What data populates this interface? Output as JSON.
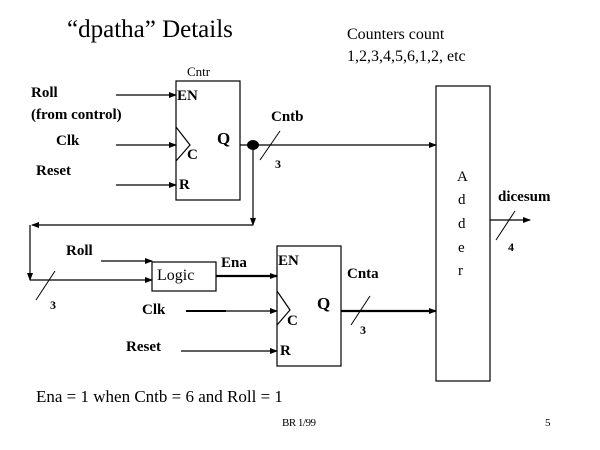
{
  "slide": {
    "title": "“dpatha” Details",
    "note_line1": "Counters count",
    "note_line2": "1,2,3,4,5,6,1,2, etc",
    "equation": "Ena = 1 when Cntb = 6 and Roll = 1",
    "footer_left": "BR 1/99",
    "page_number": "5"
  },
  "cntr_block": {
    "name": "Cntr",
    "pins": {
      "en": "EN",
      "clk": "C",
      "reset": "R",
      "out": "Q"
    },
    "inputs": {
      "roll": "Roll",
      "roll_note": "(from control)",
      "clk": "Clk",
      "reset": "Reset"
    },
    "output_signal": "Cntb",
    "output_width": "3"
  },
  "logic_block": {
    "label": "Logic",
    "input_roll": "Roll",
    "feedback_width": "3",
    "output_signal": "Ena"
  },
  "cnta_block": {
    "pins": {
      "en": "EN",
      "clk": "C",
      "reset": "R",
      "out": "Q"
    },
    "inputs": {
      "clk": "Clk",
      "reset": "Reset"
    },
    "output_signal": "Cnta",
    "output_width": "3"
  },
  "adder": {
    "letters": [
      "A",
      "d",
      "d",
      "e",
      "r"
    ],
    "output_signal": "dicesum",
    "output_width": "4"
  }
}
